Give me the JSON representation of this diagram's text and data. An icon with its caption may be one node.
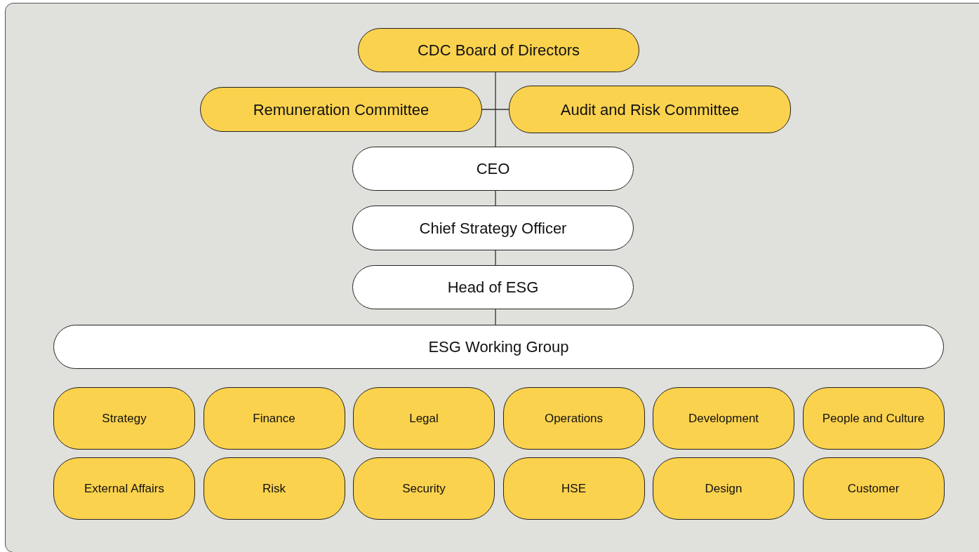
{
  "diagram": {
    "nodes": [
      {
        "text": [
          "CDC Board of Directors"
        ]
      },
      {
        "text": [
          "Remuneration Committee"
        ]
      },
      {
        "text": [
          "Audit and Risk Committee"
        ]
      },
      {
        "text": [
          "CEO"
        ]
      },
      {
        "text": [
          "Chief Strategy Officer"
        ]
      },
      {
        "text": [
          "Head of ESG"
        ]
      },
      {
        "text": [
          "ESG Working Group"
        ]
      },
      {
        "text": [
          "Strategy"
        ]
      },
      {
        "text": [
          "Finance"
        ]
      },
      {
        "text": [
          "Legal"
        ]
      },
      {
        "text": [
          "Operations"
        ]
      },
      {
        "text": [
          "Development"
        ]
      },
      {
        "text": [
          "People and Culture"
        ]
      },
      {
        "text": [
          "External Affairs"
        ]
      },
      {
        "text": [
          "Risk"
        ]
      },
      {
        "text": [
          "Security"
        ]
      },
      {
        "text": [
          "HSE"
        ]
      },
      {
        "text": [
          "Design"
        ]
      },
      {
        "text": [
          "Customer"
        ]
      }
    ],
    "edges": [
      {
        "from": 0,
        "to": 3,
        "arrow": "none"
      },
      {
        "from": 1,
        "to": 2,
        "arrow": "none"
      },
      {
        "from": 3,
        "to": 4,
        "arrow": "none"
      },
      {
        "from": 4,
        "to": 5,
        "arrow": "none"
      },
      {
        "from": 5,
        "to": 6,
        "arrow": "none"
      }
    ]
  }
}
